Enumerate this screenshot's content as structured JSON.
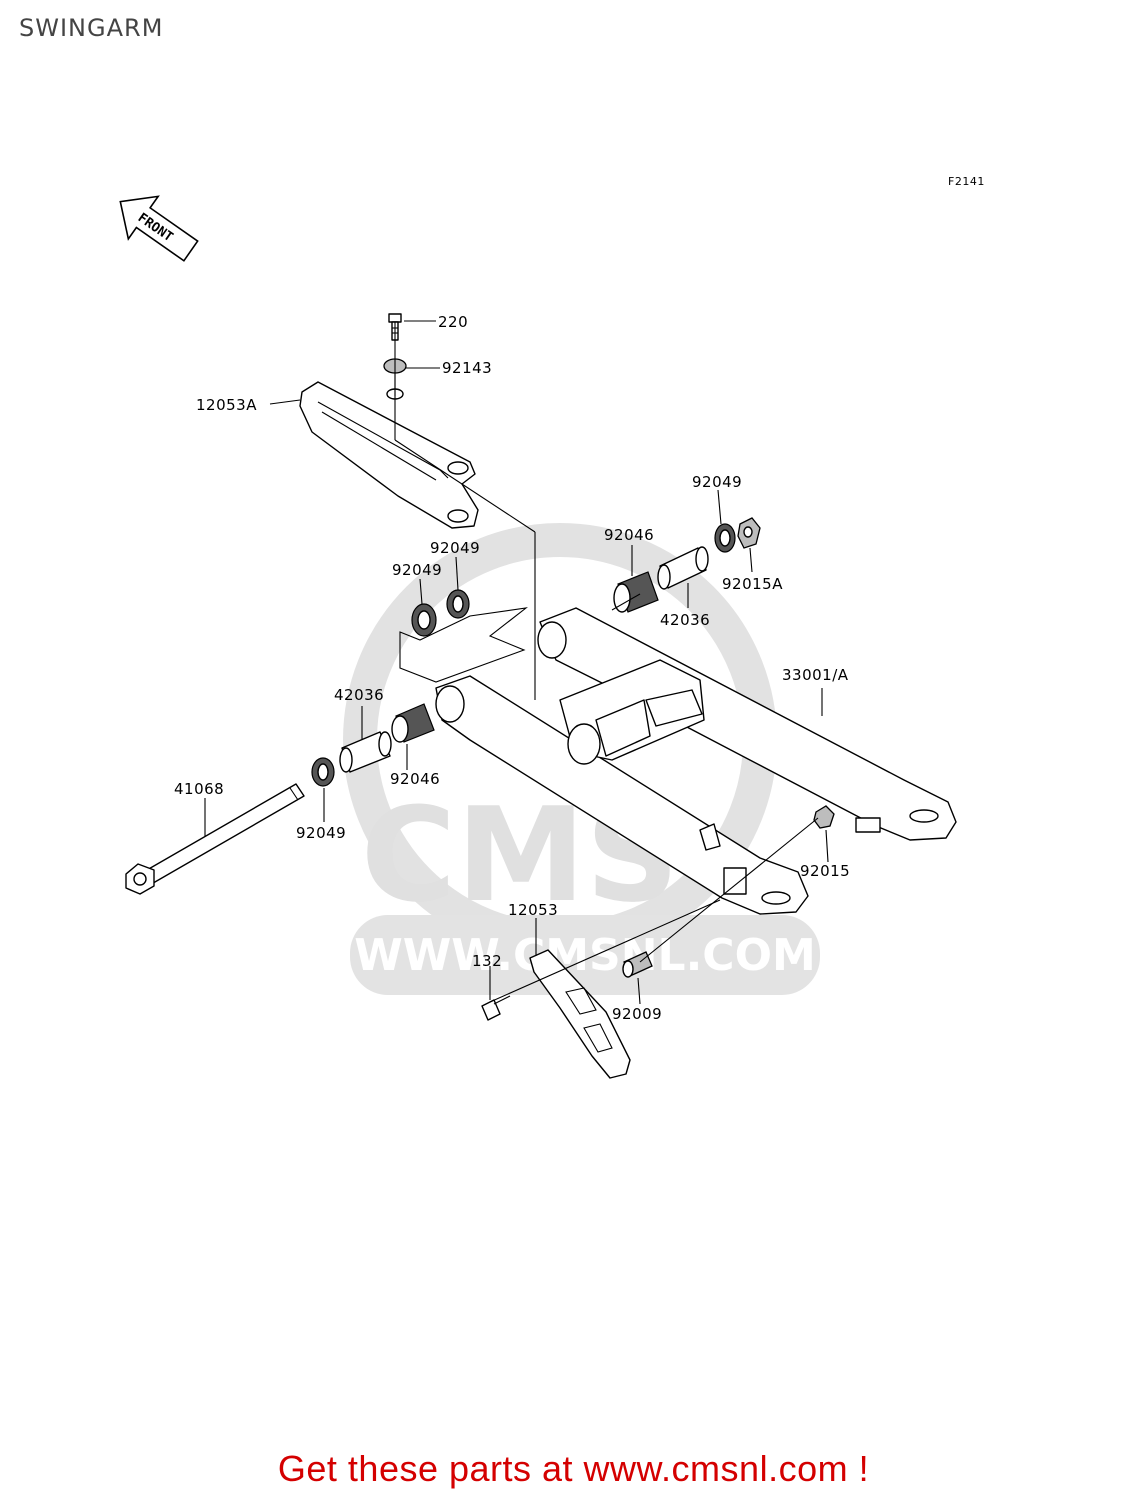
{
  "title": "SWINGARM",
  "figure_code": "F2141",
  "front_arrow_label": "FRONT",
  "watermark": {
    "logo": "CMS",
    "url": "WWW.CMSNL.COM"
  },
  "parts": [
    {
      "id": "p220",
      "number": "220"
    },
    {
      "id": "p92143",
      "number": "92143"
    },
    {
      "id": "p12053A",
      "number": "12053A"
    },
    {
      "id": "p92049_top",
      "number": "92049"
    },
    {
      "id": "p92046_right",
      "number": "92046"
    },
    {
      "id": "p92015A",
      "number": "92015A"
    },
    {
      "id": "p42036_right",
      "number": "42036"
    },
    {
      "id": "p92049_mid_a",
      "number": "92049"
    },
    {
      "id": "p92049_mid_b",
      "number": "92049"
    },
    {
      "id": "p33001A",
      "number": "33001/A"
    },
    {
      "id": "p42036_left",
      "number": "42036"
    },
    {
      "id": "p41068",
      "number": "41068"
    },
    {
      "id": "p92046_left",
      "number": "92046"
    },
    {
      "id": "p92049_left",
      "number": "92049"
    },
    {
      "id": "p92015",
      "number": "92015"
    },
    {
      "id": "p12053",
      "number": "12053"
    },
    {
      "id": "p132",
      "number": "132"
    },
    {
      "id": "p92009",
      "number": "92009"
    }
  ],
  "promo_link": "Get these parts at www.cmsnl.com !"
}
